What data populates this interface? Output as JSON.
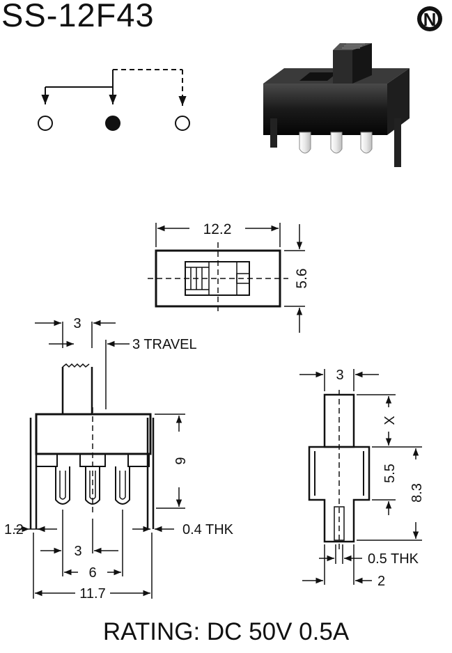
{
  "title": "SS-12F43",
  "brand_logo_letter": "N",
  "rating": "RATING: DC 50V 0.5A",
  "top_view": {
    "length": "12.2",
    "width": "5.6"
  },
  "front_view": {
    "actuator_width": "3",
    "travel": "3 TRAVEL",
    "height": "9",
    "pin_offset": "1.2",
    "pin_thickness": "0.4 THK",
    "pin_pitch": "3",
    "pin_span": "6",
    "overall_length": "11.7"
  },
  "side_view": {
    "actuator_width": "3",
    "actuator_height": "X",
    "body_height": "5.5",
    "total_height": "8.3",
    "pin_thickness": "0.5 THK",
    "body_width": "2"
  },
  "colors": {
    "ink": "#111111",
    "pin_fill": "#ffffff"
  }
}
